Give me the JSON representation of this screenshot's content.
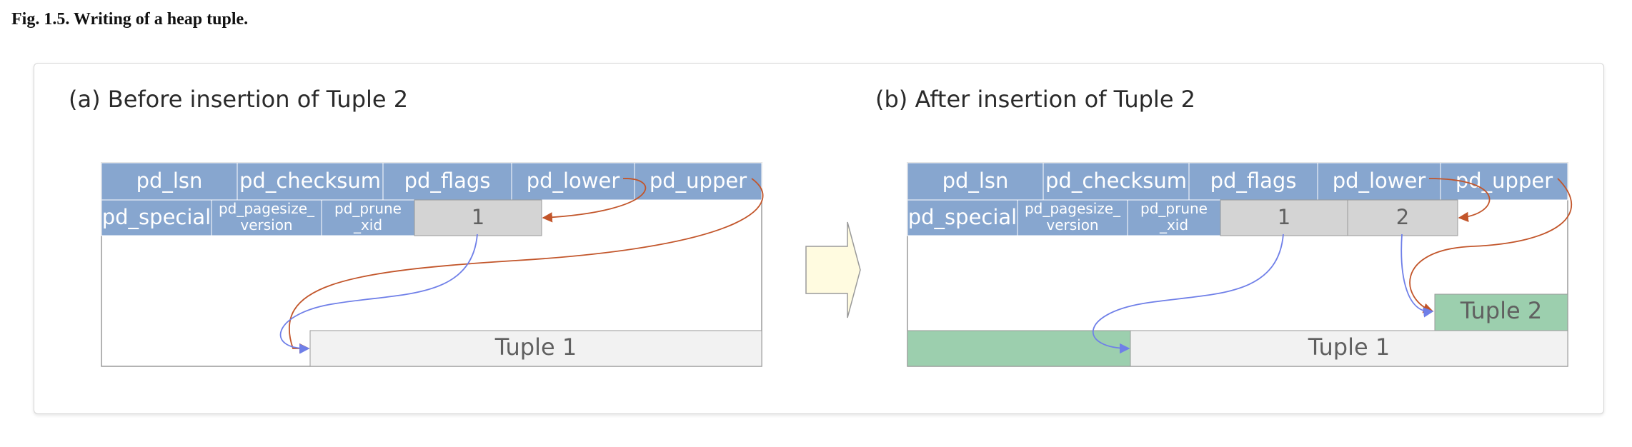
{
  "caption": "Fig. 1.5. Writing of a heap tuple.",
  "colors": {
    "header_blue": "#87a6cf",
    "item_grey": "#d4d4d4",
    "tuple_fill": "#f2f2f2",
    "new_data_green": "#9ccfae",
    "arrow_orange": "#c2552a",
    "arrow_blue": "#6f7fe8",
    "big_arrow_fill": "#fffbe0"
  },
  "panel_a": {
    "title": "(a) Before insertion of Tuple 2",
    "header_row1": [
      "pd_lsn",
      "pd_checksum",
      "pd_flags",
      "pd_lower",
      "pd_upper"
    ],
    "pd_special": "pd_special",
    "pd_pagesize_line1": "pd_pagesize_",
    "pd_pagesize_line2": "version",
    "pd_prune_line1": "pd_prune",
    "pd_prune_line2": "_xid",
    "item_pointers": [
      "1"
    ],
    "tuples": [
      "Tuple 1"
    ]
  },
  "panel_b": {
    "title": "(b) After insertion of Tuple 2",
    "header_row1": [
      "pd_lsn",
      "pd_checksum",
      "pd_flags",
      "pd_lower",
      "pd_upper"
    ],
    "pd_special": "pd_special",
    "pd_pagesize_line1": "pd_pagesize_",
    "pd_pagesize_line2": "version",
    "pd_prune_line1": "pd_prune",
    "pd_prune_line2": "_xid",
    "item_pointers": [
      "1",
      "2"
    ],
    "tuples": [
      "Tuple 1",
      "Tuple 2"
    ]
  }
}
